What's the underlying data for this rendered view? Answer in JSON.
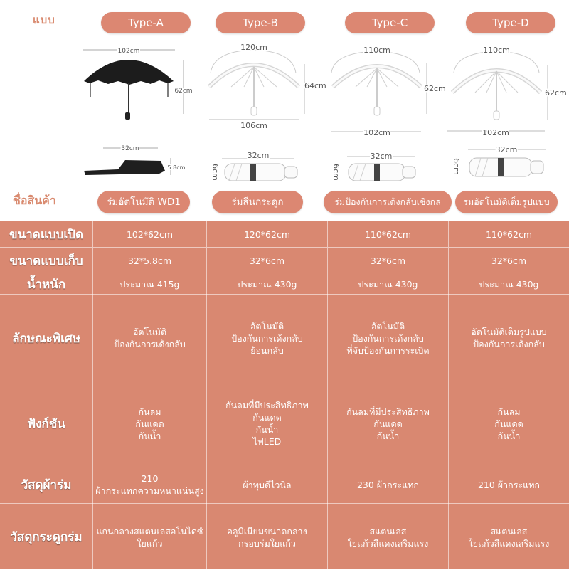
{
  "header": {
    "style_label": "แบบ",
    "name_label": "ชื่อสินค้า"
  },
  "types": [
    "Type-A",
    "Type-B",
    "Type-C",
    "Type-D"
  ],
  "product_names": [
    "ร่มอัตโนมัติ WD1",
    "ร่มสีนกระดูก",
    "ร่มป้องกันการเด้งกลับเชิงกล",
    "ร่มอัตโนมัติเต็มรูปแบบ"
  ],
  "diagrams": {
    "a": {
      "width": "102cm",
      "height": "62cm",
      "folded_length": "32cm",
      "folded_height": "5.8cm"
    },
    "b": {
      "top": "120cm",
      "side": "64cm",
      "bottom": "106cm",
      "folded_length": "32cm",
      "folded_height": "6cm"
    },
    "c": {
      "top": "110cm",
      "side": "62cm",
      "bottom": "102cm",
      "folded_length": "32cm",
      "folded_height": "6cm"
    },
    "d": {
      "top": "110cm",
      "side": "62cm",
      "bottom": "102cm",
      "folded_length": "32cm",
      "folded_height": "6cm"
    }
  },
  "colors": {
    "accent": "#dc8772",
    "table_bg": "#d98871",
    "text_light": "#ffffff",
    "label_text": "#d98a6f"
  },
  "rows": [
    {
      "label": "ขนาดแบบเปิด",
      "values": [
        "102*62cm",
        "120*62cm",
        "110*62cm",
        "110*62cm"
      ]
    },
    {
      "label": "ขนาดแบบเก็บ",
      "values": [
        "32*5.8cm",
        "32*6cm",
        "32*6cm",
        "32*6cm"
      ]
    },
    {
      "label": "น้ำหนัก",
      "values": [
        "ประมาณ 415g",
        "ประมาณ 430g",
        "ประมาณ 430g",
        "ประมาณ 430g"
      ]
    },
    {
      "label": "ลักษณะพิเศษ",
      "values": [
        "อัตโนมัติ\nป้องกันการเด้งกลับ",
        "อัตโนมัติ\nป้องกันการเด้งกลับ\nย้อนกลับ",
        "อัตโนมัติ\nป้องกันการเด้งกลับ\nที่จับป้องกันการระเบิด",
        "อัตโนมัติเต็มรูปแบบ\nป้องกันการเด้งกลับ"
      ]
    },
    {
      "label": "ฟังก์ชัน",
      "values": [
        "กันลม\nกันแดด\nกันน้ำ",
        "กันลมที่มีประสิทธิภาพ\nกันแดด\nกันน้ำ\nไฟLED",
        "กันลมที่มีประสิทธิภาพ\nกันแดด\nกันน้ำ",
        "กันลม\nกันแดด\nกันน้ำ"
      ]
    },
    {
      "label": "วัสดุผ้าร่ม",
      "values": [
        "210\nผ้ากระแทกความหนาแน่นสูง",
        "ผ้าทุบดีไวนิล",
        "230 ผ้ากระแทก",
        "210 ผ้ากระแทก"
      ]
    },
    {
      "label": "วัสดุกระดูกร่ม",
      "values": [
        "แกนกลางสแตนเลสอโนไดซ์\nใยแก้ว",
        "อลูมิเนียมขนาดกลาง\nกรอบร่มใยแก้ว",
        "สแตนเลส\nใยแก้วสีแดงเสริมแรง",
        "สแตนเลส\nใยแก้วสีแดงเสริมแรง"
      ]
    }
  ]
}
